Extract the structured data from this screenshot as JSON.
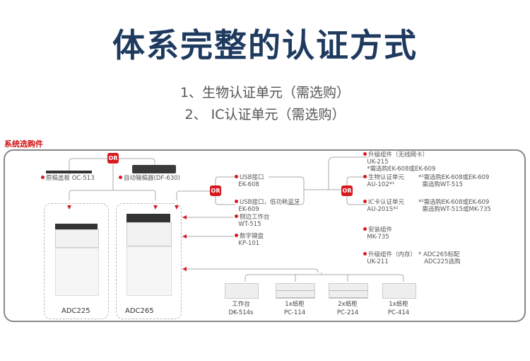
{
  "title": "体系完整的认证方式",
  "subtitles": [
    "1、生物认证单元（需选购）",
    "2、 IC认证单元（需选购）"
  ],
  "section_label": "系统选购件",
  "or_label": "OR",
  "top_options": [
    {
      "name": "原稿盖板 OC-513"
    },
    {
      "name": "自动输稿器(DF-630)"
    }
  ],
  "models": [
    "ADC225",
    "ADC265"
  ],
  "middle_options": [
    {
      "name": "USB接口",
      "code": "EK-608"
    },
    {
      "name": "USB接口，低功耗蓝牙",
      "code": "EK-609"
    },
    {
      "name": "侧边工作台",
      "code": "WT-515"
    },
    {
      "name": "数字键盘",
      "code": "KP-101"
    }
  ],
  "right_options": [
    {
      "name": "升级组件（无线网卡）",
      "code": "UK-215",
      "note": "*需选购EK-608或EK-609"
    },
    {
      "name": "生物认证单元",
      "code": "AU-102*¹",
      "note": "*¹需选购EK-608或EK-609",
      "note2": "需选购WT-515"
    },
    {
      "name": "IC卡认证单元",
      "code": "AU-201S*²",
      "note": "*²需选购EK-608或EK-609",
      "note2": "需选购WT-515或MK-735"
    },
    {
      "name": "安装组件",
      "code": "MK-735"
    },
    {
      "name": "升级组件（内存）",
      "code": "UK-211",
      "note": "* ADC265标配",
      "note2": "ADC225选购"
    }
  ],
  "accessories": [
    {
      "name": "工作台",
      "code": "DK-514s"
    },
    {
      "name": "1x纸柜",
      "code": "PC-114"
    },
    {
      "name": "2x纸柜",
      "code": "PC-214"
    },
    {
      "name": "1x纸柜",
      "code": "PC-414"
    }
  ],
  "colors": {
    "title": "#1e3a5f",
    "accent": "#d71920"
  }
}
